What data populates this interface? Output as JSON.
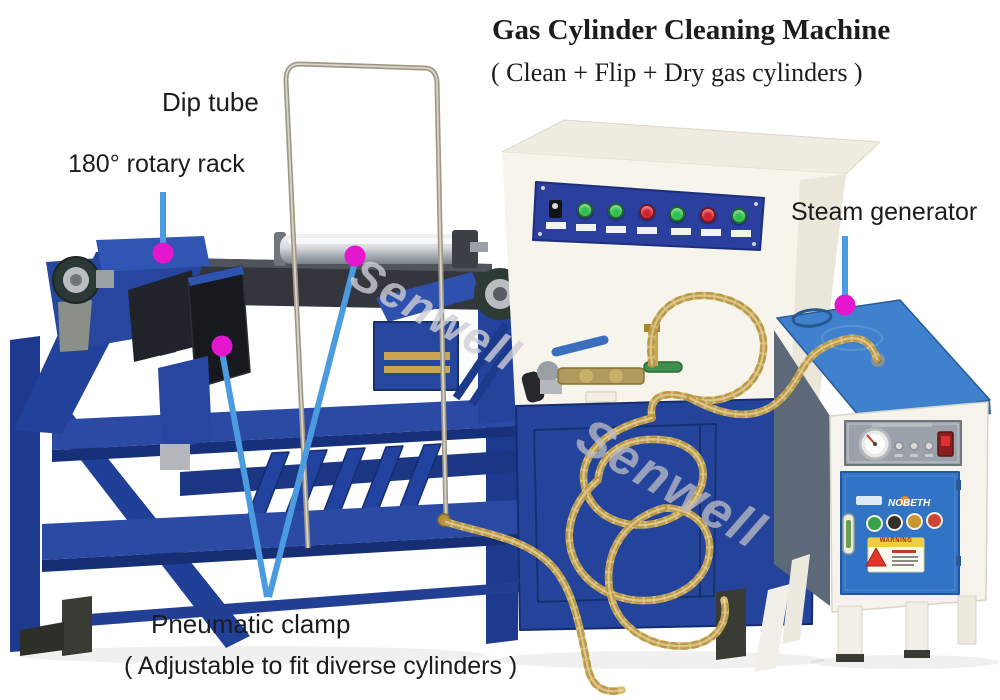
{
  "header": {
    "title": "Gas Cylinder Cleaning Machine",
    "subtitle": "( Clean + Flip + Dry gas cylinders )"
  },
  "labels": {
    "dip_tube": "Dip tube",
    "rotary_rack": "180° rotary rack",
    "steam_generator": "Steam generator",
    "pneumatic_clamp": "Pneumatic clamp",
    "pneumatic_clamp_note": "( Adjustable to fit diverse cylinders )"
  },
  "watermark": {
    "text": "Senwell"
  },
  "colors": {
    "callout_line_blue": "#4a9be0",
    "callout_dot_magenta": "#e517ce",
    "machine_frame_blue": "#27459c",
    "control_panel_blue": "#2b3f9e",
    "cabinet_cream": "#f6f3eb",
    "generator_top_blue": "#3f81cc",
    "generator_door_blue": "#3173c4",
    "hose_gold": "#d9bd72",
    "button_green": "#2fbf4f",
    "button_red": "#d42030"
  },
  "control_panel": {
    "switch_color": "#1a1a1a",
    "buttons": [
      {
        "name": "green-button",
        "color": "#2fbf4f"
      },
      {
        "name": "green-button",
        "color": "#2fbf4f"
      },
      {
        "name": "red-button",
        "color": "#d42030"
      },
      {
        "name": "green-button",
        "color": "#2fbf4f"
      },
      {
        "name": "red-button",
        "color": "#d42030"
      },
      {
        "name": "green-button",
        "color": "#2fbf4f"
      }
    ]
  },
  "steam_generator": {
    "brand": "NOBETH",
    "warning_label": "WARNING",
    "badge_colors": [
      "#3aa24a",
      "#33302c",
      "#c9972f",
      "#cc4633"
    ]
  }
}
